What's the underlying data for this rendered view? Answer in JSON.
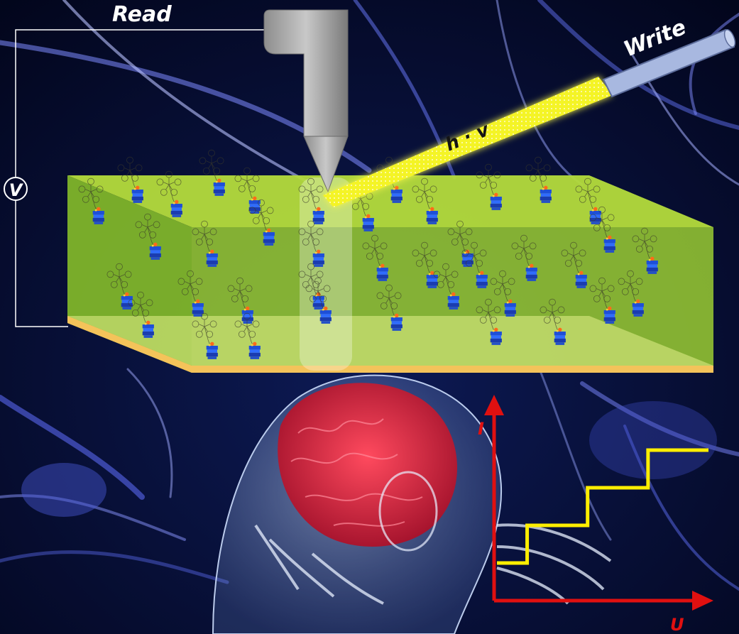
{
  "labels": {
    "read": "Read",
    "write": "Write",
    "voltage": "V",
    "photon": "h · v",
    "current_axis": "I",
    "voltage_axis": "U"
  },
  "colors": {
    "background": "#050a2a",
    "slab_top": "#b4dc3c",
    "slab_front": "#9acd32",
    "laser": "#f0f020",
    "axes": "#e01010",
    "step_curve": "#ffee00",
    "brain": "#e0203a",
    "neuron": "#6f7fff"
  },
  "chart_data": {
    "type": "line",
    "xlabel": "U",
    "ylabel": "I",
    "grid": false,
    "series": [
      {
        "values": [
          1,
          1,
          2,
          2,
          3,
          3,
          4,
          4
        ]
      }
    ]
  },
  "icons": [
    "probe-tip-icon",
    "laser-pen-icon",
    "molecule-icon",
    "brain-icon"
  ]
}
